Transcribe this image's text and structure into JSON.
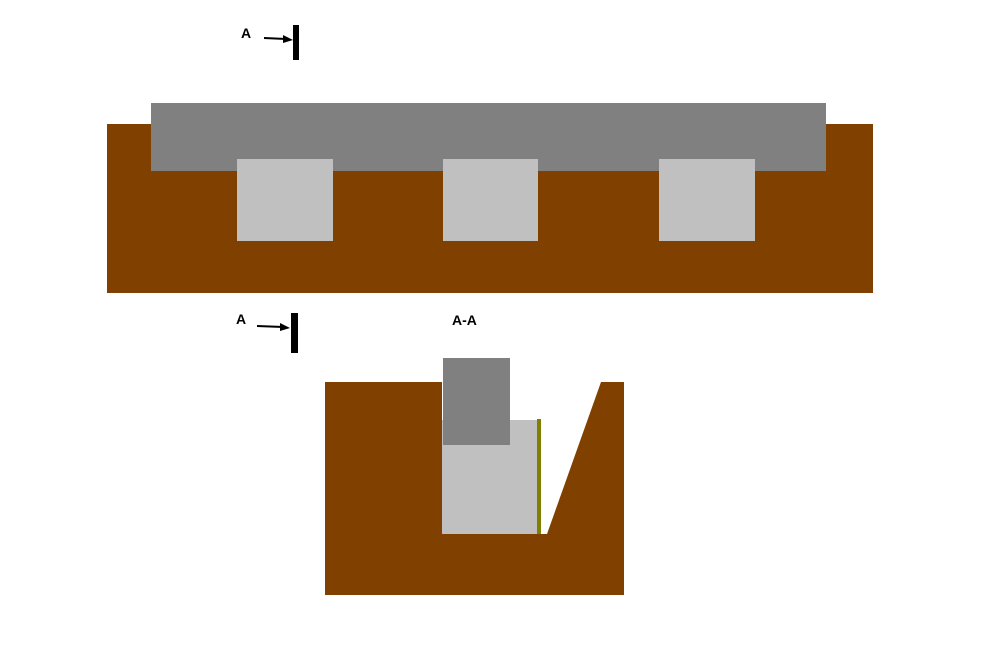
{
  "labels": {
    "section_marker_top": "A",
    "section_marker_bottom": "A",
    "section_title": "A-A"
  },
  "colors": {
    "soil": "#804000",
    "beam": "#808080",
    "block": "#c0c0c0",
    "liner": "#808000",
    "marker": "#000000"
  }
}
